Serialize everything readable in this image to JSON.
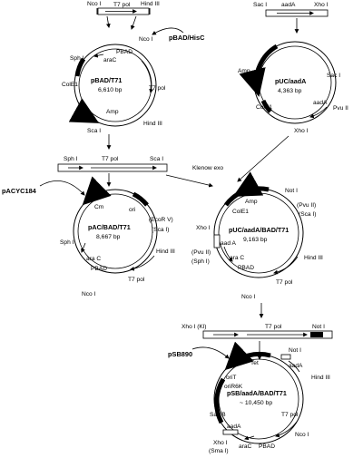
{
  "labels": {
    "top_nco1": "Nco I",
    "top_t7pol": "T7 pol",
    "top_hind3": "Hind III",
    "top_sac1": "Sac I",
    "top_aada": "aadA",
    "top_xho1": "Xho I",
    "pbad_his": "pBAD/HisC",
    "klenow": "Klenow exo",
    "pacyc": "pACYC184",
    "psb890": "pSB890",
    "mid_sph": "Sph I",
    "mid_t7pol": "T7 pol",
    "mid_sca": "Sca I",
    "lower_xho": "Xho I (Kl)",
    "lower_t7pol": "T7 pol",
    "lower_not": "Not I"
  },
  "plasmids": {
    "p1": {
      "name": "pBAD/T71",
      "size": "6,610 bp",
      "features": {
        "ncoi": "Nco I",
        "arac": "araC",
        "pbad": "PBAD",
        "sphi": "Sph I",
        "cole1": "ColE1",
        "t7pol": "T7 pol",
        "amp": "Amp",
        "scai": "Sca I",
        "hind3": "Hind III"
      }
    },
    "p2": {
      "name": "pUC/aadA",
      "size": "4,363 bp",
      "features": {
        "amp": "Amp",
        "cole1": "ColE1",
        "saci": "Sac I",
        "aada": "aadA",
        "pvu2": "Pvu II",
        "xhoi": "Xho I"
      }
    },
    "p3": {
      "name": "pAC/BAD/T71",
      "size": "8,667 bp",
      "features": {
        "cm": "Cm",
        "ori": "ori",
        "ecorv": "(EcoR V)",
        "scai": "(Sca I)",
        "hind3": "Hind III",
        "sphi": "Sph I",
        "arac": "ara C",
        "pbad": "PBAD",
        "t7pol": "T7 pol",
        "ncoi": "Nco I"
      }
    },
    "p4": {
      "name": "pUC/aadA/BAD/T71",
      "size": "9,163 bp",
      "features": {
        "amp": "Amp",
        "cole1": "ColE1",
        "noti": "Not I",
        "pvu2": "(Pvu II)",
        "scai": "(Sca I)",
        "xhoi": "Xho I",
        "aada": "aad A",
        "pvu2b": "(Pvu II)",
        "sphi": "(Sph I)",
        "arac": "ara C",
        "pbad": "PBAD",
        "hind3": "Hind III",
        "t7pol": "T7 pol",
        "ncoi": "Nco I"
      }
    },
    "p5": {
      "name": "pSB/aadA/BAD/T71",
      "size": "~ 10,450 bp",
      "features": {
        "tet": "Tet",
        "noti": "Not I",
        "orit": "oriT",
        "orir6k": "oriR6K",
        "aada_top": "aadA",
        "hind3": "Hind III",
        "sacb": "Sac B",
        "t7pol": "T7 pol",
        "aada_bot": "aadA",
        "xhoi": "Xho I",
        "smai": "(Sma I)",
        "arac": "araC",
        "pbad": "PBAD",
        "ncoi": "Nco I"
      }
    }
  }
}
